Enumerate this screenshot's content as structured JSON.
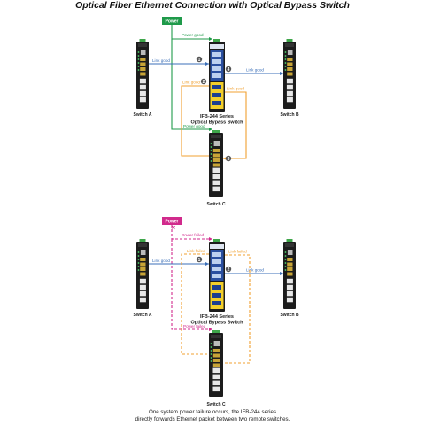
{
  "title": "Optical Fiber Ethernet Connection with Optical Bypass Switch",
  "caption": {
    "line1": "One system power failure occurs, the IFB-244 series",
    "line2": "directly forwards Ethernet packet between two remote switches."
  },
  "colors": {
    "power_good": "#1f9a4a",
    "power_failed": "#d12a8c",
    "link_good_blue": "#3b6fb8",
    "link_orange": "#f0a030",
    "device_body": "#1c1c1c",
    "bypass_blue": "#2a4fa0",
    "bypass_yellow": "#f3cf2a"
  },
  "diagrams": [
    {
      "id": "normal",
      "power_label": "Power",
      "power_a_label": "Power good",
      "power_c_label": "Power good",
      "link_a_label": "Link good",
      "link_b_label": "Link good",
      "link_c_left_label": "Link good",
      "link_c_right_label": "Link good",
      "marker_1": "1",
      "marker_2": "2",
      "marker_3": "3",
      "marker_4": "4",
      "switch_a": "Switch A",
      "switch_b": "Switch B",
      "switch_c": "Switch C",
      "bypass_line1": "IFB-244 Series",
      "bypass_line2": "Optical Bypass Switch"
    },
    {
      "id": "failure",
      "power_label": "Power",
      "power_a_label": "Power failed",
      "power_c_label": "Power failed",
      "link_a_label": "Link good",
      "link_b_label": "Link good",
      "link_c_left_label": "Link failed",
      "link_c_right_label": "Link failed",
      "marker_1": "1",
      "marker_2": "2",
      "switch_a": "Switch A",
      "switch_b": "Switch B",
      "switch_c": "Switch C",
      "bypass_line1": "IFB-244 Series",
      "bypass_line2": "Optical Bypass Switch"
    }
  ]
}
